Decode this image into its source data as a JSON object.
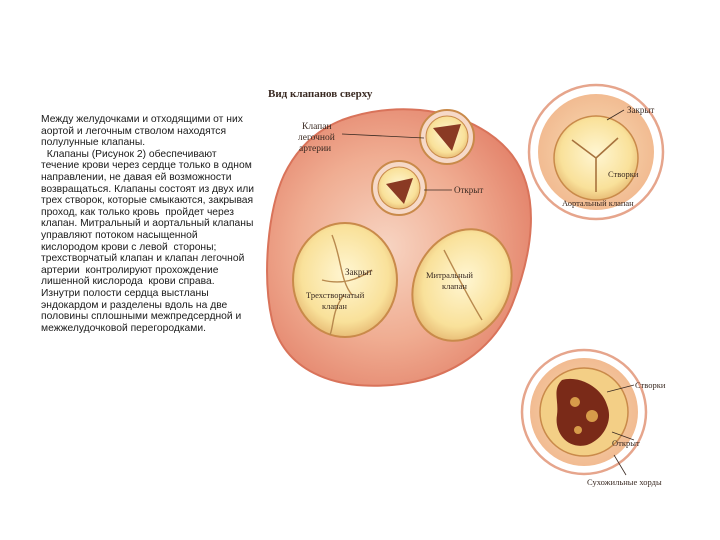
{
  "text": {
    "para1": "Между желудочками и отходящими от них аортой и легочным стволом находятся полулунные клапаны.",
    "para2": "  Клапаны (Рисунок 2) обеспечивают течение крови через сердце только в одном направлении, не давая ей возможности возвращаться. Клапаны состоят из двух или трех створок, которые смыкаются, закрывая проход, как только кровь  пройдет через клапан. Митральный и аортальный клапаны управляют потоком насыщенной кислородом крови с левой  стороны; трехстворчатый клапан и клапан легочной артерии  контролируют прохождение лишенной кислорода  крови справа.",
    "para3": "Изнутри полости сердца выстланы эндокардом и разделены вдоль на две половины сплошными межпредсердной и межжелудочковой перегородками."
  },
  "figure": {
    "title": "Вид клапанов сверху",
    "pulmonary_line1": "Клапан",
    "pulmonary_line2": "легочной",
    "pulmonary_line3": "артерии",
    "open_label": "Открыт",
    "closed_label_top": "Закрыт",
    "leaflets_label_top": "Створки",
    "aortic_label": "Аортальный клапан",
    "closed_label_mid": "Закрыт",
    "tricuspid_line1": "Трехстворчатый",
    "tricuspid_line2": "клапан",
    "mitral_line1": "Митральный",
    "mitral_line2": "клапан",
    "leaflets_label_bottom": "Створки",
    "open_label_bottom": "Открыт",
    "chords_label": "Сухожильные хорды"
  },
  "colors": {
    "heart_outer": "#e98f78",
    "heart_inner": "#f4c0aa",
    "valve_fill": "#fbe7a8",
    "valve_edge": "#c98a4a",
    "inset_bg": "#f6c9a0",
    "leaflet_dark": "#7a2a18"
  }
}
